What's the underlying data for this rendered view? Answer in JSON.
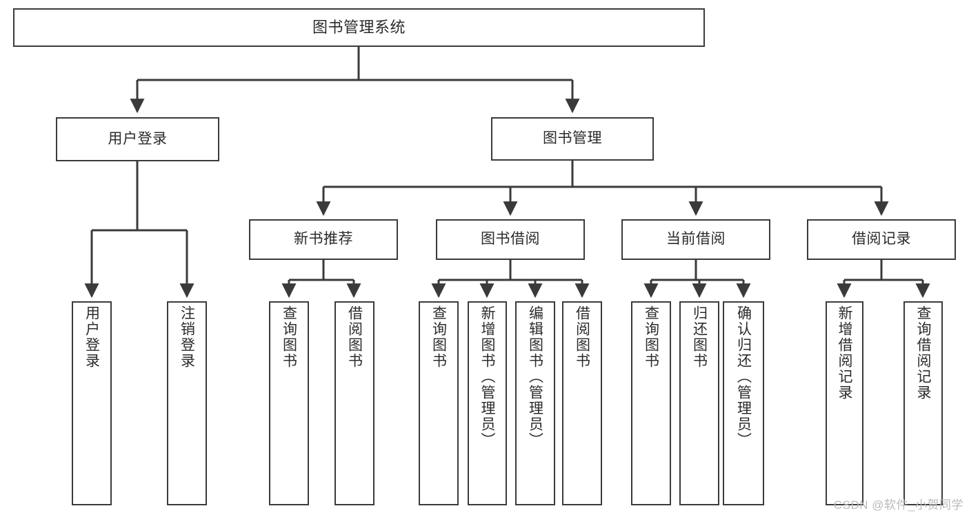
{
  "diagram": {
    "type": "tree-hierarchy",
    "title": "图书管理系统",
    "root": {
      "id": "root",
      "label": "图书管理系统"
    },
    "level2": [
      {
        "id": "user-login",
        "label": "用户登录"
      },
      {
        "id": "book-manage",
        "label": "图书管理"
      }
    ],
    "level3": [
      {
        "id": "new-book-recommend",
        "label": "新书推荐",
        "parent": "book-manage"
      },
      {
        "id": "book-borrow",
        "label": "图书借阅",
        "parent": "book-manage"
      },
      {
        "id": "current-borrow",
        "label": "当前借阅",
        "parent": "book-manage"
      },
      {
        "id": "borrow-record",
        "label": "借阅记录",
        "parent": "book-manage"
      }
    ],
    "leaves": [
      {
        "id": "leaf-user-login",
        "label": "用户登录",
        "parent": "user-login"
      },
      {
        "id": "leaf-logout-login",
        "label": "注销登录",
        "parent": "user-login"
      },
      {
        "id": "leaf-query-book-1",
        "label": "查询图书",
        "parent": "new-book-recommend"
      },
      {
        "id": "leaf-borrow-book-1",
        "label": "借阅图书",
        "parent": "new-book-recommend"
      },
      {
        "id": "leaf-query-book-2",
        "label": "查询图书",
        "parent": "book-borrow"
      },
      {
        "id": "leaf-add-book",
        "label": "新增图书（管理员）",
        "parent": "book-borrow"
      },
      {
        "id": "leaf-edit-book",
        "label": "编辑图书（管理员）",
        "parent": "book-borrow"
      },
      {
        "id": "leaf-borrow-book-2",
        "label": "借阅图书",
        "parent": "book-borrow"
      },
      {
        "id": "leaf-query-book-3",
        "label": "查询图书",
        "parent": "current-borrow"
      },
      {
        "id": "leaf-return-book",
        "label": "归还图书",
        "parent": "current-borrow"
      },
      {
        "id": "leaf-confirm-return",
        "label": "确认归还（管理员）",
        "parent": "current-borrow"
      },
      {
        "id": "leaf-add-record",
        "label": "新增借阅记录",
        "parent": "borrow-record"
      },
      {
        "id": "leaf-query-record",
        "label": "查询借阅记录",
        "parent": "borrow-record"
      }
    ],
    "colors": {
      "stroke": "#3a3a3a",
      "fill": "#ffffff",
      "text": "#2b2b2b",
      "watermark": "#b9b9b9"
    }
  },
  "watermark": {
    "text": "CSDN @软件_小贺同学"
  }
}
